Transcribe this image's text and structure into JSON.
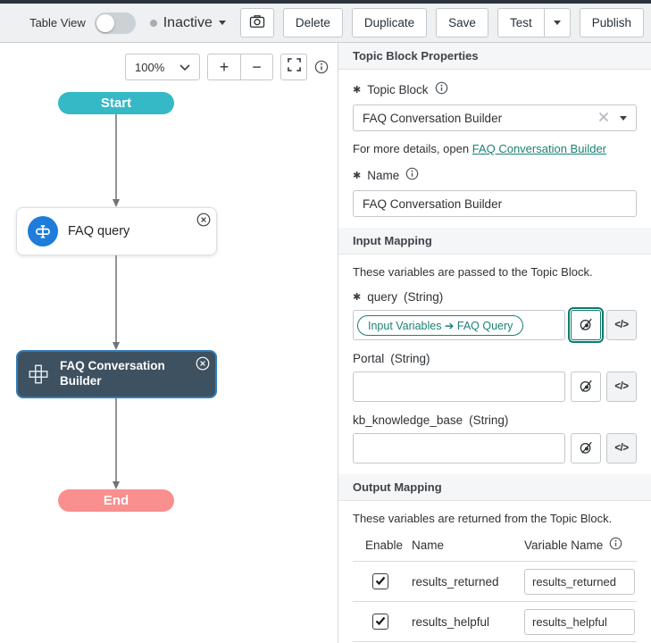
{
  "misc": {
    "required_marker": "✱"
  },
  "icons": {
    "code": "</>"
  },
  "toolbar": {
    "table_view_label": "Table View",
    "status": {
      "label": "Inactive"
    },
    "buttons": {
      "delete": "Delete",
      "duplicate": "Duplicate",
      "save": "Save",
      "test": "Test",
      "publish": "Publish"
    }
  },
  "canvas": {
    "zoom_value": "100%",
    "zoom_in": "+",
    "zoom_out": "−",
    "nodes": {
      "start": "Start",
      "faq_query": "FAQ query",
      "topic_block": "FAQ Conversation Builder",
      "end": "End"
    }
  },
  "panel": {
    "title": "Topic Block Properties",
    "topic_block": {
      "label": "Topic Block",
      "value": "FAQ Conversation Builder"
    },
    "details_text": "For more details, open",
    "details_link": "FAQ Conversation Builder",
    "name": {
      "label": "Name",
      "value": "FAQ Conversation Builder"
    },
    "input_mapping": {
      "title": "Input Mapping",
      "description": "These variables are passed to the Topic Block.",
      "fields": [
        {
          "label": "query",
          "type": "(String)",
          "pill": "Input Variables ➔ FAQ Query"
        },
        {
          "label": "Portal",
          "type": "(String)"
        },
        {
          "label": "kb_knowledge_base",
          "type": "(String)"
        }
      ]
    },
    "output_mapping": {
      "title": "Output Mapping",
      "description": "These variables are returned from the Topic Block.",
      "columns": [
        "Enable",
        "Name",
        "Variable Name"
      ],
      "rows": [
        {
          "name": "results_returned",
          "variable": "results_returned"
        },
        {
          "name": "results_helpful",
          "variable": "results_helpful"
        }
      ]
    }
  },
  "colors": {
    "accent_teal": "#1b8175",
    "start_node": "#35b9c6",
    "end_node": "#f98f8f",
    "dark_node": "#3e5160",
    "selected_border": "#2f7dbb",
    "icon_blue": "#1e7dda"
  }
}
